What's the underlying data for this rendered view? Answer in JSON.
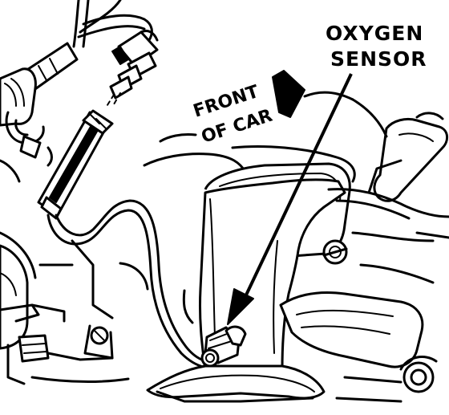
{
  "labels": {
    "oxygen_sensor_line1": "OXYGEN",
    "oxygen_sensor_line2": "SENSOR",
    "front_of_car_line1": "FRONT",
    "front_of_car_line2": "OF CAR"
  },
  "colors": {
    "ink": "#000000",
    "paper": "#ffffff"
  }
}
